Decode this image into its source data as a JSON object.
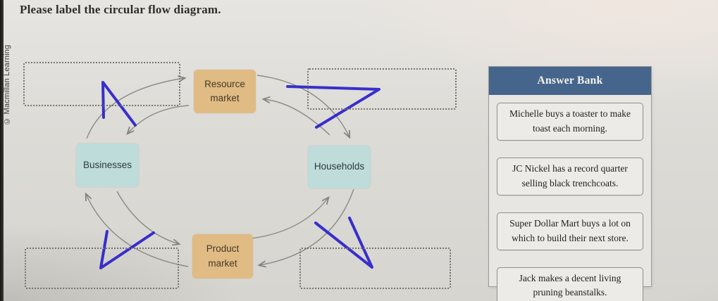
{
  "window": {
    "title": "Please label the circular flow diagram.",
    "watermark": "© Macmillan Learning"
  },
  "diagram": {
    "type": "circular-flow",
    "nodes": [
      {
        "id": "resource-market",
        "label": "Resource market"
      },
      {
        "id": "businesses",
        "label": "Businesses"
      },
      {
        "id": "households",
        "label": "Households"
      },
      {
        "id": "product-market",
        "label": "Product market"
      }
    ],
    "drop_zones": [
      {
        "id": "top-left",
        "value": ""
      },
      {
        "id": "top-right",
        "value": ""
      },
      {
        "id": "bottom-left",
        "value": ""
      },
      {
        "id": "bottom-right",
        "value": ""
      }
    ],
    "flows": [
      "businesses-to-resource-market",
      "resource-market-to-businesses",
      "resource-market-to-households",
      "households-to-resource-market",
      "households-to-product-market",
      "product-market-to-households",
      "product-market-to-businesses",
      "businesses-to-product-market"
    ],
    "pen_annotations": [
      "top-left-caret",
      "top-right-check",
      "bottom-left-check",
      "bottom-right-check"
    ]
  },
  "answer_bank": {
    "title": "Answer Bank",
    "items": [
      {
        "text": "Michelle buys a toaster to make toast each morning."
      },
      {
        "text": "JC Nickel has a record quarter selling black trenchcoats."
      },
      {
        "text": "Super Dollar Mart buys a lot on which to build their next store."
      },
      {
        "text": "Jack makes a decent living pruning beanstalks."
      }
    ]
  },
  "colors": {
    "market_box": "#e0bb84",
    "agent_box": "#bedcda",
    "answer_bank_header": "#46658d",
    "pen_annotation": "#2a1fca",
    "arrow": "#8a8a84",
    "background": "#dbdad5"
  }
}
